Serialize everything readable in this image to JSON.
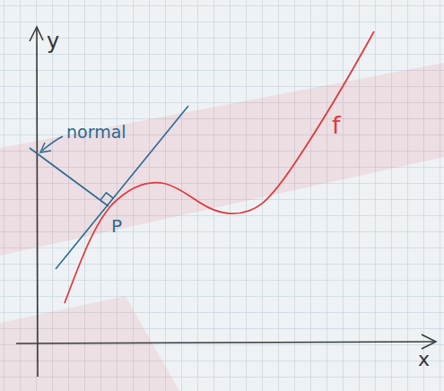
{
  "diagram": {
    "labels": [
      "y",
      "normal",
      "P",
      "f",
      "x"
    ]
  }
}
